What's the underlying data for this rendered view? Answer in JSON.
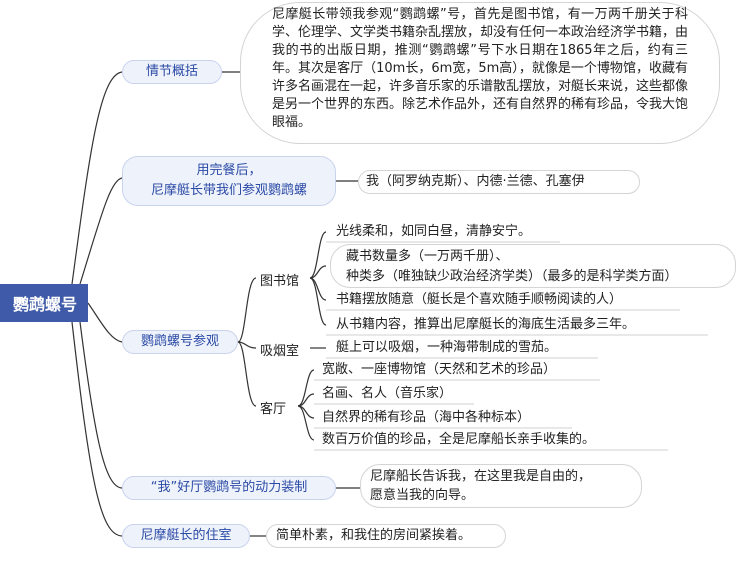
{
  "root": "鹦鹉螺号",
  "branches": [
    {
      "label": "情节概括",
      "text": "尼摩艇长带领我参观“鹦鹉螺”号，首先是图书馆，有一万两千册关于科学、伦理学、文学类书籍杂乱摆放，却没有任何一本政治经济学书籍，由我的书的出版日期，推测“鹦鹉螺”号下水日期在1865年之后，约有三年。其次是客厅（10m长，6m宽，5m高），就像是一个博物馆，收藏有许多名画混在一起，许多音乐家的乐谱散乱摆放，对艇长来说，这些都像是另一个世界的东西。除艺术作品外，还有自然界的稀有珍品，令我大饱眼福。"
    },
    {
      "label_line1": "用完餐后，",
      "label_line2": "尼摩艇长带我们参观鹦鹉螺",
      "leaf": "我（阿罗纳克斯）、内德·兰德、孔塞伊"
    },
    {
      "label": "鹦鹉螺号参观",
      "rooms": [
        {
          "name": "图书馆",
          "items": [
            "光线柔和，如同白昼，清静安宁。",
            "藏书数量多（一万两千册）、",
            "种类多（唯独缺少政治经济学类）（最多的是科学类方面）",
            "书籍摆放随意（艇长是个喜欢随手顺畅阅读的人）",
            "从书籍内容，推算出尼摩艇长的海底生活最多三年。"
          ]
        },
        {
          "name": "吸烟室",
          "items": [
            "艇上可以吸烟，一种海带制成的雪茄。"
          ]
        },
        {
          "name": "客厅",
          "items": [
            "宽敞、一座博物馆（天然和艺术的珍品）",
            "名画、名人（音乐家）",
            "自然界的稀有珍品（海中各种标本）",
            "数百万价值的珍品，全是尼摩船长亲手收集的。"
          ]
        }
      ]
    },
    {
      "label": "“我”好厅鹦鹉号的动力装制",
      "leaf_line1": "尼摩船长告诉我，在这里我是自由的，",
      "leaf_line2": "愿意当我的向导。"
    },
    {
      "label": "尼摩艇长的住室",
      "leaf": "简单朴素，和我住的房间紧挨着。"
    }
  ],
  "colors": {
    "root_bg": "#3e5aa8",
    "branch_bg": "#eef2fb",
    "branch_text": "#2b4aa6",
    "line": "#333333"
  }
}
